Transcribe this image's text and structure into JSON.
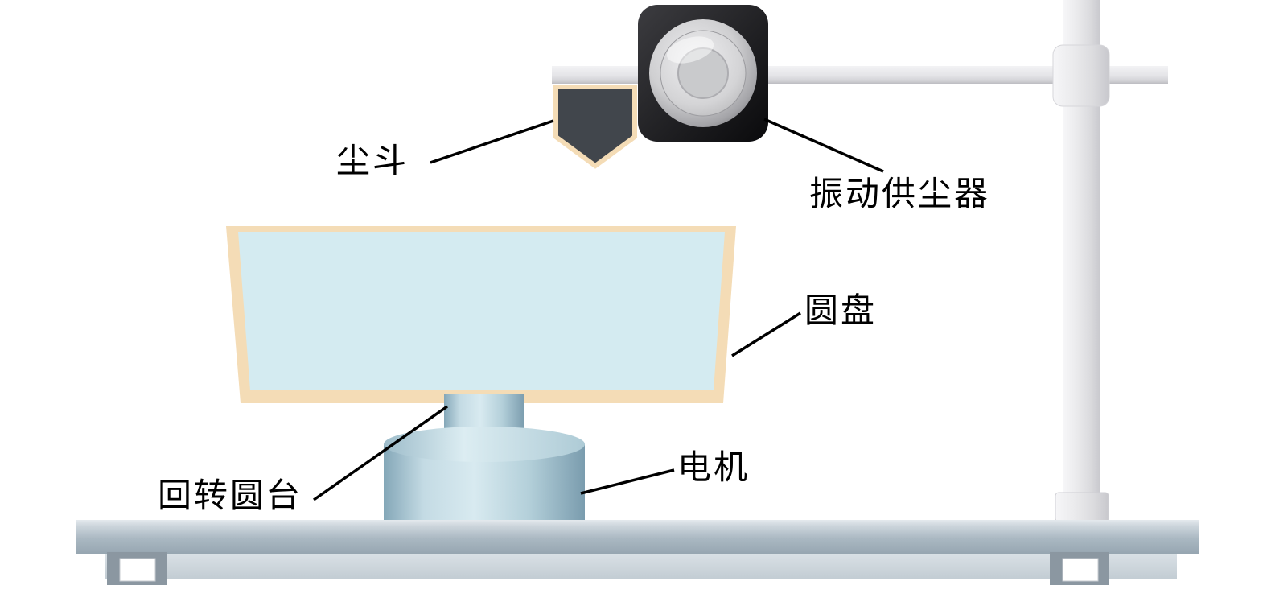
{
  "diagram": {
    "labels": {
      "hopper": "尘斗",
      "feeder": "振动供尘器",
      "disc": "圆盘",
      "turntable": "回转圆台",
      "motor": "电机"
    },
    "colors": {
      "tray_wall": "#f4dcb6",
      "tray_fill": "#d4ebf1",
      "hopper_fill": "#41464c",
      "device_body": "#19191b",
      "metal_edge": "#7fa3b5",
      "metal_center": "#d8eaf0",
      "base_gray": "#aab8c2",
      "pole_gray": "#ececee",
      "leader_line": "#000000"
    }
  }
}
